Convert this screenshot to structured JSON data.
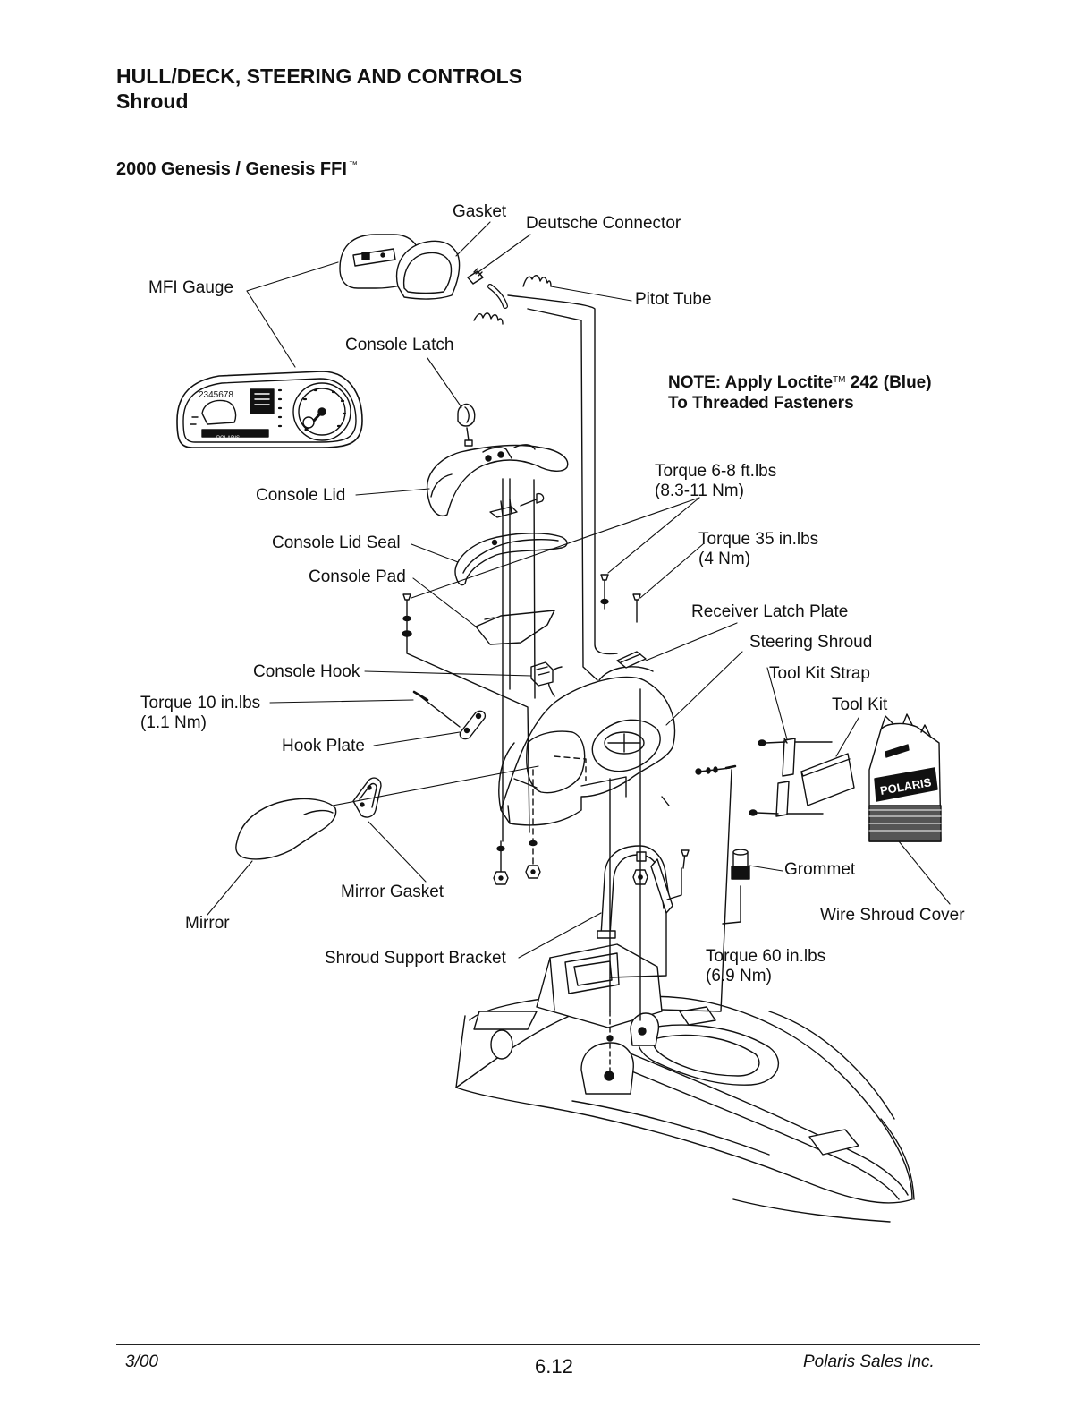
{
  "header": {
    "title": "HULL/DECK, STEERING AND CONTROLS",
    "subtitle": "Shroud"
  },
  "model": {
    "name": "2000 Genesis / Genesis FFI",
    "trademark": "™"
  },
  "note": {
    "line1_prefix": "NOTE:  Apply Loctite",
    "tm": "TM",
    "line1_suffix": " 242 (Blue)",
    "line2": "To Threaded Fasteners"
  },
  "labels": {
    "gasket": "Gasket",
    "deutsche_connector": "Deutsche Connector",
    "mfi_gauge": "MFI Gauge",
    "pitot_tube": "Pitot Tube",
    "console_latch": "Console Latch",
    "console_lid": "Console Lid",
    "torque_6_8_l1": "Torque 6-8 ft.lbs",
    "torque_6_8_l2": "(8.3-11 Nm)",
    "console_lid_seal": "Console Lid Seal",
    "torque_35_l1": "Torque 35 in.lbs",
    "torque_35_l2": "(4 Nm)",
    "console_pad": "Console Pad",
    "receiver_latch_plate": "Receiver Latch Plate",
    "steering_shroud": "Steering Shroud",
    "console_hook": "Console Hook",
    "tool_kit_strap": "Tool Kit Strap",
    "torque_10_l1": "Torque 10 in.lbs",
    "torque_10_l2": "(1.1 Nm)",
    "tool_kit": "Tool Kit",
    "hook_plate": "Hook Plate",
    "grommet": "Grommet",
    "mirror_gasket": "Mirror Gasket",
    "wire_shroud_cover": "Wire Shroud Cover",
    "mirror": "Mirror",
    "shroud_support_bracket": "Shroud Support Bracket",
    "torque_60_l1": "Torque 60 in.lbs",
    "torque_60_l2": "(6.9 Nm)"
  },
  "gauge": {
    "scale": "2345678",
    "brand": "POLARIS"
  },
  "tool_kit_brand": "POLARIS",
  "footer": {
    "date": "3/00",
    "page": "6.12",
    "company": "Polaris Sales Inc."
  }
}
